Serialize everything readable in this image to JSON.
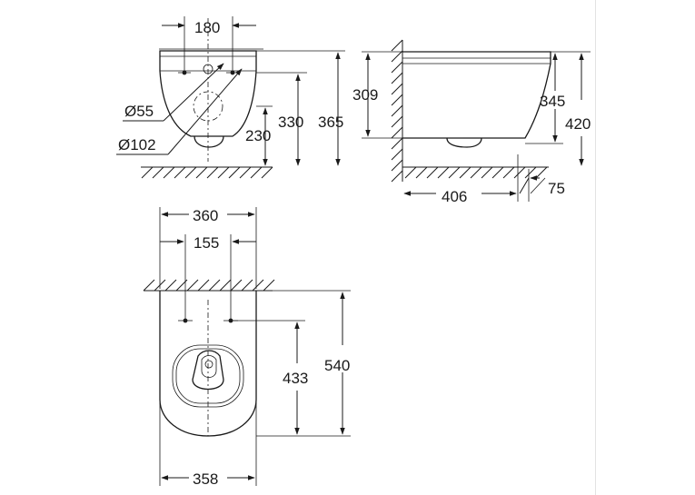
{
  "colors": {
    "line": "#1a1a1a",
    "background": "#ffffff"
  },
  "front_view": {
    "width_180": "180",
    "dia_55": "Ø55",
    "dia_102": "Ø102",
    "height_230": "230",
    "height_330": "330",
    "height_365": "365"
  },
  "side_view": {
    "height_309": "309",
    "height_345": "345",
    "height_420": "420",
    "depth_406": "406",
    "offset_75": "75"
  },
  "top_view": {
    "width_360": "360",
    "width_155": "155",
    "length_433": "433",
    "length_540": "540",
    "width_358": "358"
  }
}
